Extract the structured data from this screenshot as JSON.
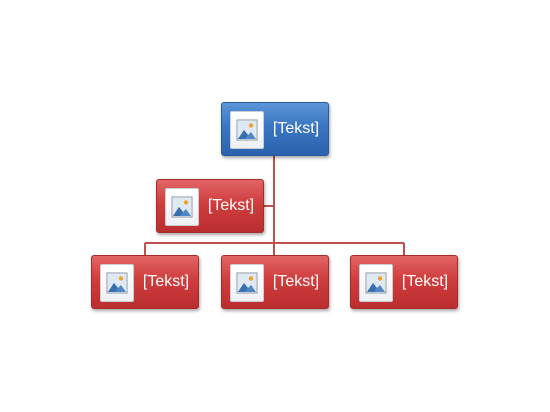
{
  "colors": {
    "top_box": "#3a76c2",
    "assistant_box": "#cf3d3d",
    "child_box": "#cf3d3d",
    "connector": "#c0504d"
  },
  "nodes": {
    "top": {
      "label": "[Tekst]",
      "icon": "picture-placeholder-icon"
    },
    "assistant": {
      "label": "[Tekst]",
      "icon": "picture-placeholder-icon"
    },
    "children": [
      {
        "label": "[Tekst]",
        "icon": "picture-placeholder-icon"
      },
      {
        "label": "[Tekst]",
        "icon": "picture-placeholder-icon"
      },
      {
        "label": "[Tekst]",
        "icon": "picture-placeholder-icon"
      }
    ]
  }
}
